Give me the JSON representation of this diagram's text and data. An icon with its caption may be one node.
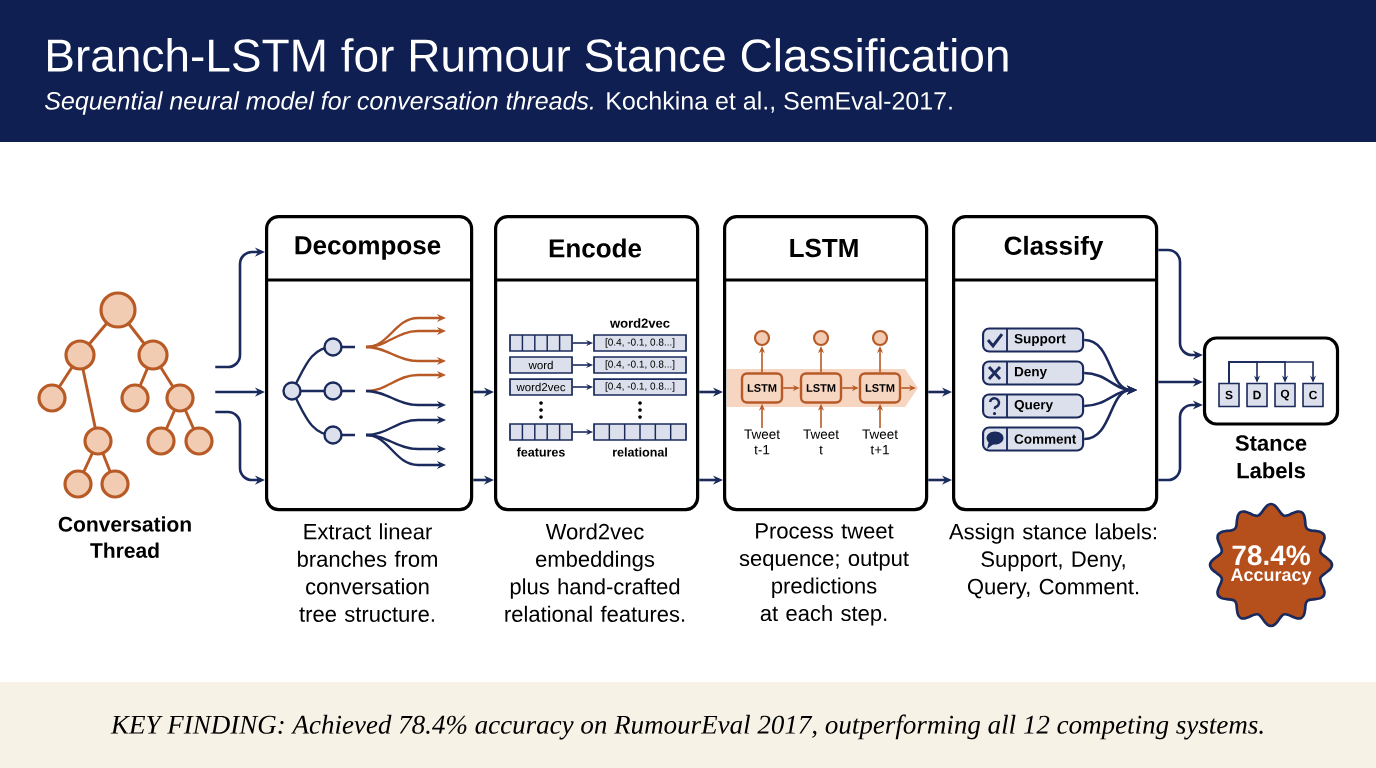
{
  "diagram": {
    "title": "Branch-LSTM for Rumour Stance Classification",
    "caption": "KEY FINDING: Achieved 78.4% accuracy on RumourEval 2017, outperforming all 12 competing systems.",
    "nodes": [
      {
        "text": [],
        "shape": "picture",
        "beside": [
          "Conversation Thread"
        ]
      },
      {
        "text": [
          "Decompose"
        ],
        "beside": [
          "Extract linear branches from conversation tree structure."
        ]
      },
      {
        "text": [
          "Encode"
        ],
        "beside": [
          "Word2vec embeddings plus hand-crafted relational features."
        ]
      },
      {
        "text": [],
        "shape": "box",
        "in": 2
      },
      {
        "text": [
          "[0.4, -0.1, 0.8...]"
        ],
        "in": 2
      },
      {
        "text": [
          "word"
        ],
        "in": 2
      },
      {
        "text": [
          "[0.4, -0.1, 0.8...]"
        ],
        "in": 2
      },
      {
        "text": [
          "word2vec"
        ],
        "in": 2
      },
      {
        "text": [
          "[0.4, -0.1, 0.8...]"
        ],
        "in": 2
      },
      {
        "text": [],
        "shape": "box",
        "in": 2
      },
      {
        "text": [],
        "shape": "box",
        "in": 2
      },
      {
        "text": [
          "LSTM"
        ],
        "beside": [
          "Process tweet sequence; output predictions at each step."
        ]
      },
      {
        "text": [],
        "shape": "circle",
        "in": 11
      },
      {
        "text": [],
        "shape": "circle",
        "in": 11
      },
      {
        "text": [],
        "shape": "circle",
        "in": 11
      },
      {
        "text": [
          "LSTM"
        ],
        "in": 11
      },
      {
        "text": [
          "LSTM"
        ],
        "in": 11
      },
      {
        "text": [
          "LSTM"
        ],
        "in": 11
      },
      {
        "text": [
          "Tweet t-1"
        ],
        "in": 11
      },
      {
        "text": [
          "Tweet t"
        ],
        "in": 11
      },
      {
        "text": [
          "Tweet t+1"
        ],
        "in": 11
      },
      {
        "text": [
          "Classify"
        ],
        "beside": [
          "Assign stance labels: Support, Deny, Query, Comment."
        ]
      },
      {
        "text": [
          "Support"
        ],
        "in": 21
      },
      {
        "text": [
          "Deny"
        ],
        "in": 21
      },
      {
        "text": [
          "Query"
        ],
        "in": 21
      },
      {
        "text": [
          "Comment"
        ],
        "in": 21
      },
      {
        "text": [],
        "shape": "box",
        "beside": [
          "Stance Labels"
        ]
      },
      {
        "text": [
          "S"
        ],
        "in": 26
      },
      {
        "text": [
          "D"
        ],
        "in": 26
      },
      {
        "text": [
          "Q"
        ],
        "in": 26
      },
      {
        "text": [
          "C"
        ],
        "in": 26
      },
      {
        "text": [
          "78.4%",
          "Accuracy"
        ]
      }
    ],
    "edges": [
      {
        "from": 0,
        "to": 1,
        "arrow": "to"
      },
      {
        "from": 0,
        "to": 1,
        "arrow": "to"
      },
      {
        "from": 0,
        "to": 1,
        "arrow": "to"
      },
      {
        "from": 1,
        "to": 2,
        "arrow": "to"
      },
      {
        "from": 1,
        "to": 2,
        "arrow": "to"
      },
      {
        "from": 2,
        "to": 11,
        "arrow": "to"
      },
      {
        "from": 2,
        "to": 11,
        "arrow": "to"
      },
      {
        "from": 11,
        "to": 21,
        "arrow": "to"
      },
      {
        "from": 11,
        "to": 21,
        "arrow": "to"
      },
      {
        "from": 21,
        "to": 26,
        "arrow": "to"
      },
      {
        "from": 21,
        "to": 26,
        "arrow": "to"
      },
      {
        "from": 21,
        "to": 26,
        "arrow": "to"
      },
      {
        "from": 3,
        "to": 4,
        "arrow": "to"
      },
      {
        "from": 5,
        "to": 6,
        "arrow": "to"
      },
      {
        "from": 7,
        "to": 8,
        "arrow": "to"
      },
      {
        "from": 9,
        "to": 10,
        "arrow": "to"
      },
      {
        "from": 18,
        "to": 15,
        "arrow": "to",
        "color": "#b85a26"
      },
      {
        "from": 19,
        "to": 16,
        "arrow": "to",
        "color": "#b85a26"
      },
      {
        "from": 20,
        "to": 17,
        "arrow": "to",
        "color": "#b85a26"
      },
      {
        "from": 15,
        "to": 12,
        "arrow": "to",
        "color": "#b85a26"
      },
      {
        "from": 16,
        "to": 13,
        "arrow": "to",
        "color": "#b85a26"
      },
      {
        "from": 17,
        "to": 14,
        "arrow": "to",
        "color": "#b85a26"
      },
      {
        "from": 15,
        "to": 16,
        "arrow": "to",
        "color": "#b85a26"
      },
      {
        "from": 16,
        "to": 17,
        "arrow": "to",
        "color": "#b85a26"
      },
      {
        "from": 17,
        "to": null,
        "arrow": "to",
        "color": "#b85a26"
      },
      {
        "from": 22,
        "to": null,
        "arrow": "to"
      },
      {
        "from": 23,
        "to": null,
        "arrow": "to"
      },
      {
        "from": 24,
        "to": null,
        "arrow": "to"
      },
      {
        "from": 25,
        "to": null,
        "arrow": "to"
      },
      {
        "from": 27,
        "to": 28,
        "arrow": "to"
      },
      {
        "from": 27,
        "to": 29,
        "arrow": "to"
      },
      {
        "from": 27,
        "to": 30,
        "arrow": "to"
      }
    ],
    "labels": [
      "*Sequential neural model for conversation threads.* Kochkina et al., SemEval-2017.",
      "word2vec",
      "features",
      "relational"
    ]
  }
}
